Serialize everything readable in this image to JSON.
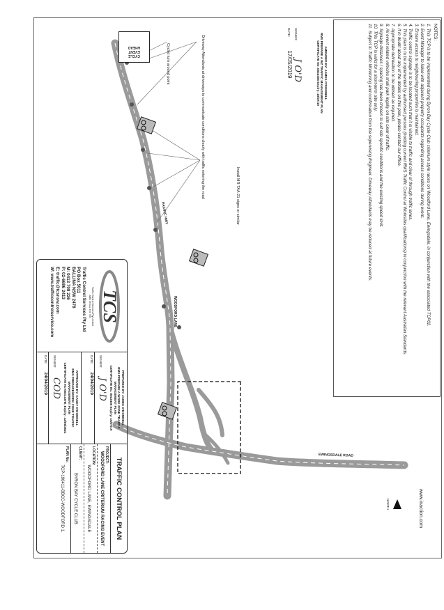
{
  "notes": {
    "heading": "NOTES:",
    "items": [
      "1. This TCP is to be implemented during Byron Bay Cycle Club criterium style races on Woodford Lane, Ewingsdale, in conjunction with the associated TCP02.",
      "2. Event Manager to liaise with adjacent property occupants regarding access conditions during event.",
      "3. Ensure access to neighbouring properties is maintained.",
      "4. Traffic control signage is to be located such that it is visible to traffic and clear of through traffic lanes.",
      "5. This plan is to be implemented by authorised persons (holding current RMS Traffic Control at Worksites qualifications) in conjunction with the relevant Australian Standards.",
      "6. If in doubt about any of the details on this plan, please contact our office.",
      "7. Appropriate delineation to be utilised as required.",
      "8. All event related vehicles shall park legally on site clear of traffic.",
      "9. Signage distances / spacing has been chosen to suit site specific conditions and the existing speed limit.",
      "10. This TCP is valid for a short-term site only.",
      "11. Subject to Traffic Monitoring and confirmation from the supervising Engineer. Driveway Attendants may be reduced at future events."
    ]
  },
  "amendment": {
    "line1": "AMENDED BY: JAMES O'DONNELL",
    "line2": "RMS PREPARE A WZ TRAFFIC MANAGEMENT PLAN",
    "line3": "CERTIFICATE No. 0032456 Expiry: 18/07/19",
    "signed_label": "SIGNED:",
    "signature": "J O'D",
    "date_label": "DATE:",
    "date": "17/05/2019"
  },
  "map": {
    "labels": {
      "driveway": "Driveway Attendants at driveways to communicate conditions clearly with traffic entering the road",
      "turnaround": "Cyclist turn around point",
      "install": "Install MR-TAA-21 signs or similar",
      "pacific_hwy": "PACIFIC HWY",
      "woodford_lane": "WOODFORD LANE",
      "ewingsdale_road": "EWINGSDALE ROAD",
      "north": "NORTH",
      "website": "www.inaction.com"
    },
    "sign_text": [
      "CYCLE",
      "EVENT",
      "AHEAD"
    ]
  },
  "company": {
    "logo_text": "TCS",
    "logo_sub1": "Traffic Control Services Pty Limited",
    "logo_sub2": "ABN 39 112 494 765",
    "lines": [
      "Traffic Control Services Pty Ltd",
      "PO Box 5011",
      "BALLINA NSW 2478",
      "M: 0413 708 226",
      "P: 02-6686 2413",
      "E: traffic@tcsnsw.com",
      "W: www.trafficcontrolservice.com"
    ]
  },
  "prepared": {
    "line1": "PREPARED BY: JAMES O'DONNELL",
    "line2": "RMS PREPARE A WORK ZONE TRAFFIC",
    "line3": "MANAGEMENT PLAN",
    "line4": "CERTIFICATE No. 0032456 Expiry: 18/07/19",
    "signed_label": "SIGNED:",
    "signature": "J O'D",
    "date_label": "DATE:",
    "date": "24/04/2019"
  },
  "approved": {
    "line1": "APPROVED BY: CASEY O'DONNELL",
    "line2": "RMS PREPARE/WORK ZONE TRAFFIC",
    "line3": "MANAGEMENT PLAN",
    "line4": "CERTIFICATE No 0031137B, Expiry: 12/06/2021",
    "signed_label": "SIGNED:",
    "signature": "COD",
    "date_label": "DATE:",
    "date": "24/04/2019"
  },
  "title_block": {
    "title": "TRAFFIC CONTROL PLAN",
    "project_label": "PROJECT:",
    "project": "WOODFORD LANE CRITERIUM RACING EVENT",
    "location_label": "LOCATION:",
    "location": "WOODFORD LANE, EWINGSDALE",
    "client_label": "CLIENT:",
    "client": "BYRON BAY CYCLE CLUB",
    "plan_label": "PLAN No:",
    "plan_no": "TCP-190411-BBCC-WOODFORD 1."
  }
}
